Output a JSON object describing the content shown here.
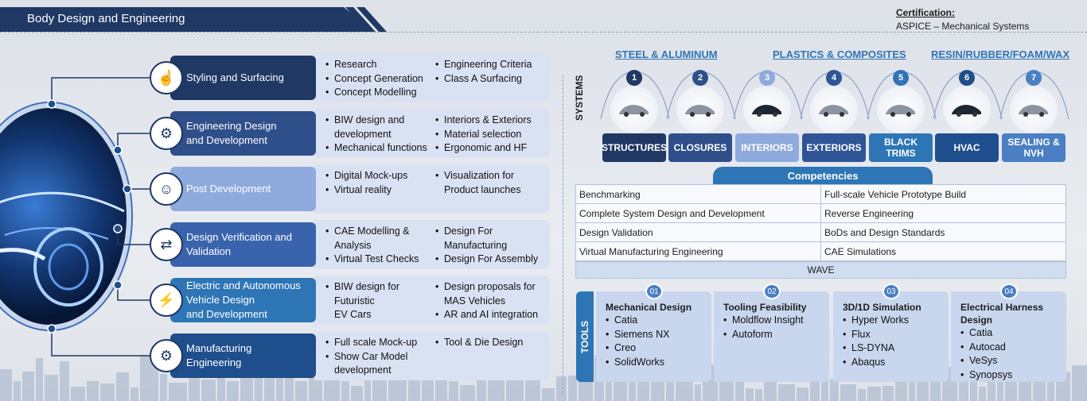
{
  "header": {
    "title": "Body Design and Engineering"
  },
  "certification": {
    "heading": "Certification:",
    "value": "ASPICE – Mechanical Systems"
  },
  "rows": [
    {
      "label": [
        "Styling and Surfacing"
      ],
      "icon": "hand-touch-icon",
      "col1": [
        "Research",
        "Concept Generation",
        "Concept Modelling"
      ],
      "col2": [
        "Engineering Criteria",
        "Class A Surfacing"
      ]
    },
    {
      "label": [
        "Engineering Design",
        "and Development"
      ],
      "icon": "gears-icon",
      "col1": [
        "BIW design and",
        "development",
        "Mechanical functions"
      ],
      "col1_cont": [
        1
      ],
      "col2": [
        "Interiors & Exteriors",
        "Material selection",
        "Ergonomic and HF"
      ]
    },
    {
      "label": [
        "Post Development"
      ],
      "icon": "head-gear-icon",
      "col1": [
        "Digital Mock-ups",
        "Virtual reality"
      ],
      "col2": [
        "Visualization for",
        "Product launches"
      ],
      "col2_cont": [
        1
      ]
    },
    {
      "label": [
        "Design Verification and",
        "Validation"
      ],
      "icon": "process-flow-icon",
      "col1": [
        "CAE Modelling &",
        "Analysis",
        "Virtual Test Checks"
      ],
      "col1_cont": [
        1
      ],
      "col2": [
        "Design For",
        "Manufacturing",
        "Design For Assembly"
      ],
      "col2_cont": [
        1
      ]
    },
    {
      "label": [
        "Electric and Autonomous",
        "Vehicle Design",
        "and Development"
      ],
      "icon": "electric-car-icon",
      "col1": [
        "BIW design for",
        "Futuristic",
        "EV Cars"
      ],
      "col1_cont": [
        1,
        2
      ],
      "col2": [
        "Design proposals for",
        "MAS Vehicles",
        "AR and AI integration"
      ],
      "col2_cont": [
        1
      ]
    },
    {
      "label": [
        "Manufacturing",
        "Engineering"
      ],
      "icon": "gear-hand-icon",
      "col1": [
        "Full scale Mock-up",
        "Show Car Model",
        "development"
      ],
      "col1_cont": [
        2
      ],
      "col2": [
        "Tool & Die Design"
      ]
    }
  ],
  "categories": [
    "STEEL & ALUMINUM",
    "PLASTICS & COMPOSITES",
    "RESIN/RUBBER/FOAM/WAX"
  ],
  "systems_label": "SYSTEMS",
  "systems": [
    {
      "num": "1",
      "label": [
        "STRUCTURES"
      ],
      "icon": "car-frame-icon"
    },
    {
      "num": "2",
      "label": [
        "CLOSURES"
      ],
      "icon": "door-assembly-icon"
    },
    {
      "num": "3",
      "label": [
        "INTERIORS"
      ],
      "icon": "dashboard-icon"
    },
    {
      "num": "4",
      "label": [
        "EXTERIORS"
      ],
      "icon": "car-exterior-icon"
    },
    {
      "num": "5",
      "label": [
        "BLACK",
        "TRIMS"
      ],
      "icon": "trim-part-icon"
    },
    {
      "num": "6",
      "label": [
        "HVAC"
      ],
      "icon": "hvac-icon"
    },
    {
      "num": "7",
      "label": [
        "SEALING &",
        "NVH"
      ],
      "icon": "seal-icon"
    }
  ],
  "competencies": {
    "title": "Competencies",
    "rows": [
      [
        "Benchmarking",
        "Full-scale Vehicle Prototype Build"
      ],
      [
        "Complete System Design and Development",
        "Reverse Engineering"
      ],
      [
        "Design Validation",
        "BoDs and Design Standards"
      ],
      [
        "Virtual Manufacturing Engineering",
        "CAE Simulations"
      ]
    ],
    "footer": "WAVE"
  },
  "tools_label": "TOOLS",
  "tools": [
    {
      "num": "01",
      "title": [
        "Mechanical Design"
      ],
      "items": [
        "Catia",
        "Siemens NX",
        "Creo",
        "SolidWorks"
      ]
    },
    {
      "num": "02",
      "title": [
        "Tooling Feasibility"
      ],
      "items": [
        "Moldflow Insight",
        "Autoform"
      ]
    },
    {
      "num": "03",
      "title": [
        "3D/1D Simulation"
      ],
      "items": [
        "Hyper Works",
        "Flux",
        "LS-DYNA",
        "Abaqus"
      ]
    },
    {
      "num": "04",
      "title": [
        "Electrical Harness",
        "Design"
      ],
      "items": [
        "Catia",
        "Autocad",
        "VeSys",
        "Synopsys"
      ]
    }
  ]
}
